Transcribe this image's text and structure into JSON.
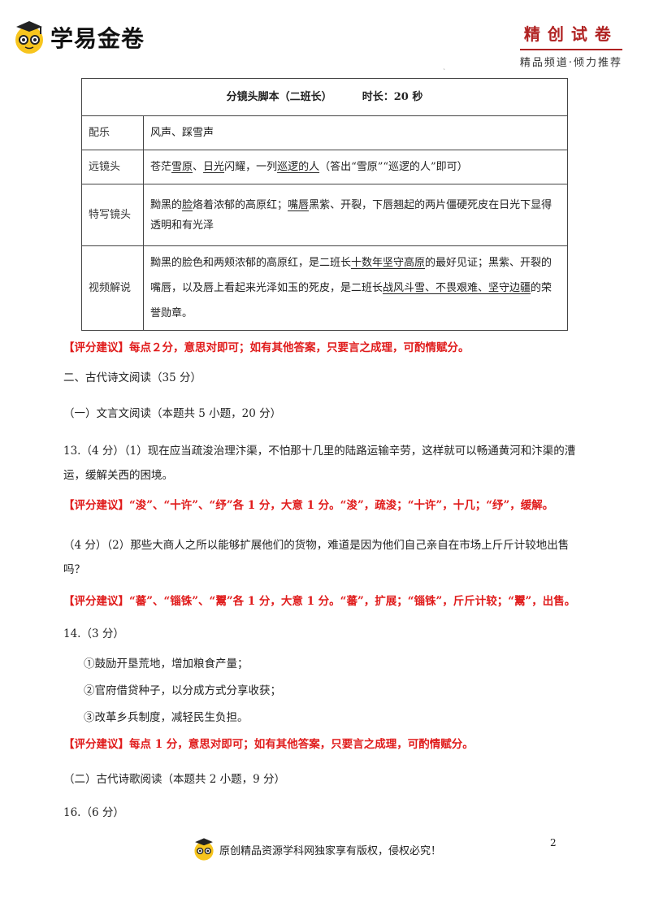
{
  "header": {
    "logo_text": "学易金卷",
    "brand_title": "精创试卷",
    "brand_sub": "精品频道·倾力推荐"
  },
  "table": {
    "title": "分镜头脚本（二班长）",
    "duration": "时长：20 秒",
    "r1": {
      "label": "配乐",
      "text": "风声、踩雪声"
    },
    "r2": {
      "label": "远镜头",
      "t1": "苍茫",
      "u1": "雪原",
      "t2": "、",
      "u2": "日光",
      "t3": "闪耀，一列",
      "u3": "巡逻的人",
      "t4": "（答出“雪原”“巡逻的人”即可）"
    },
    "r3": {
      "label": "特写镜头",
      "t1": "黝黑的",
      "u1": "脸",
      "t2": "烙着浓郁的高原红；",
      "u2": "嘴唇",
      "t3": "黑紫、开裂，下唇翘起的两片僵硬死皮在日光下显得透明和有光泽"
    },
    "r4": {
      "label": "视频解说",
      "t1": "黝黑的脸色和两颊浓郁的高原红，是二班长",
      "u1": "十数年坚守高原",
      "t2": "的最好见证；黑紫、开裂的嘴唇，以及唇上看起来光泽如玉的死皮，是二班长",
      "u2": "战风斗雪、不畏艰难、坚守边疆",
      "t3": "的荣誉勋章。"
    }
  },
  "body": {
    "score1": "【评分建议】每点２分，意思对即可；如有其他答案，只要言之成理，可酌情赋分。",
    "sec2": "二、古代诗文阅读（35 分）",
    "sub1": "（一）文言文阅读（本题共 5 小题，20 分）",
    "q13a": "13.（4 分）（1）现在应当疏浚治理汴渠，不怕那十几里的陆路运输辛劳，这样就可以畅通黄河和汴渠的漕运，缓解关西的困境。",
    "score2": "【评分建议】“浚”、“十许”、“纾”各 1 分，大意 1 分。“浚”，疏浚；“十许”，十几；“纾”，缓解。",
    "q13b": "（4 分）（2）那些大商人之所以能够扩展他们的货物，难道是因为他们自己亲自在市场上斤斤计较地出售吗？",
    "score3": "【评分建议】“蕃”、“锱铢”、“鬻”各 1 分，大意 1 分。“蕃”，扩展；“锱铢”，斤斤计较；“鬻”，出售。",
    "q14": "14.（3 分）",
    "q14_items": [
      "①鼓励开垦荒地，增加粮食产量；",
      "②官府借贷种子，以分成方式分享收获；",
      "③改革乡兵制度，减轻民生负担。"
    ],
    "score4": "【评分建议】每点 1 分，意思对即可；如有其他答案，只要言之成理，可酌情赋分。",
    "sub2": "（二）古代诗歌阅读（本题共 2 小题，9 分）",
    "q16": "16.（6 分）"
  },
  "footer": {
    "text": "原创精品资源学科网独家享有版权，侵权必究！",
    "page": "2"
  },
  "colors": {
    "red": "#e01b1b",
    "brand": "#b02222"
  }
}
